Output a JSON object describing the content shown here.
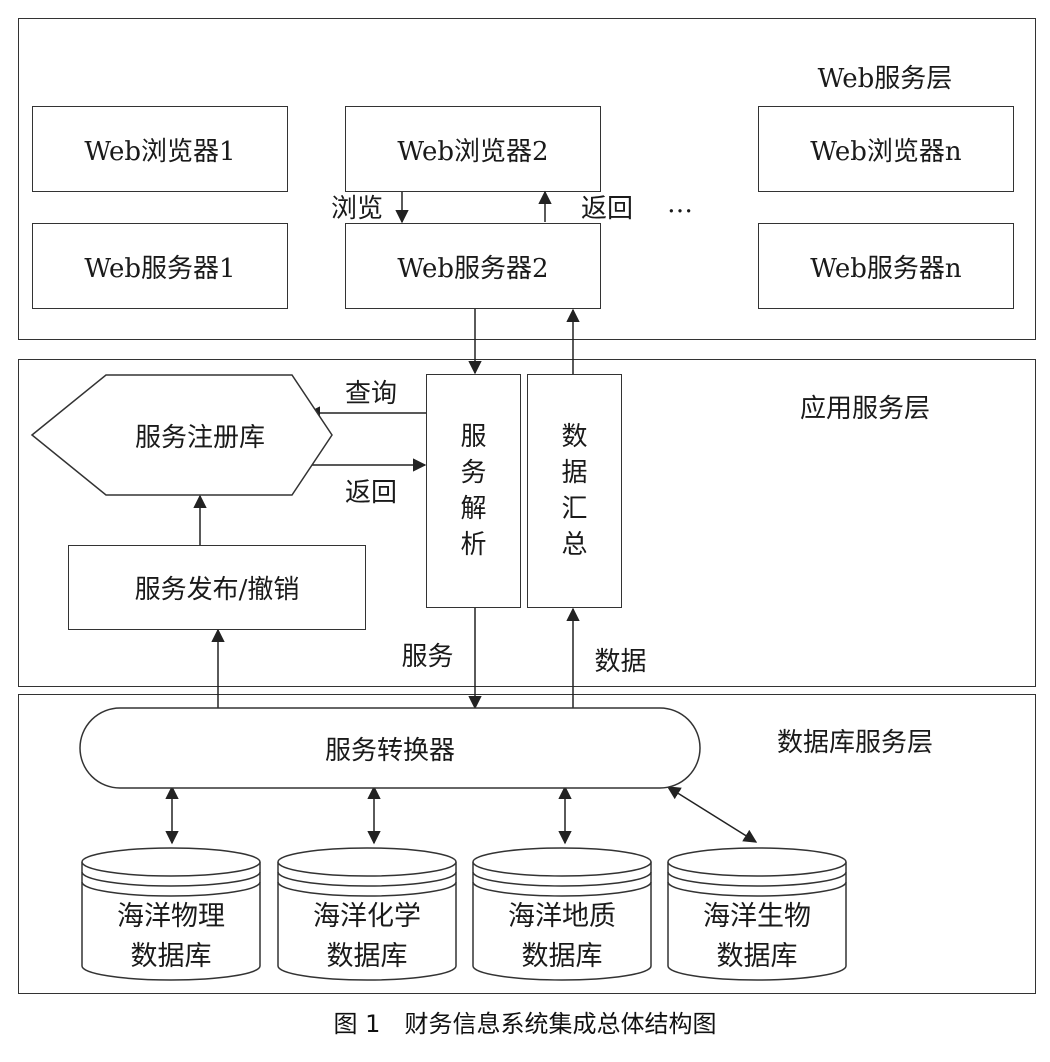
{
  "layers": {
    "web": "Web服务层",
    "app": "应用服务层",
    "db": "数据库服务层"
  },
  "web": {
    "browser1": "Web浏览器1",
    "browser2": "Web浏览器2",
    "browsern": "Web浏览器n",
    "server1": "Web服务器1",
    "server2": "Web服务器2",
    "servern": "Web服务器n",
    "browse": "浏览",
    "return": "返回",
    "ellipsis": "…"
  },
  "app": {
    "registry": "服务注册库",
    "publish": "服务发布/撤销",
    "query": "查询",
    "return": "返回",
    "parse": [
      "服",
      "务",
      "解",
      "析"
    ],
    "aggregate": [
      "数",
      "据",
      "汇",
      "总"
    ],
    "service": "服务",
    "data": "数据"
  },
  "db": {
    "converter": "服务转换器",
    "databases": [
      [
        "海洋物理",
        "数据库"
      ],
      [
        "海洋化学",
        "数据库"
      ],
      [
        "海洋地质",
        "数据库"
      ],
      [
        "海洋生物",
        "数据库"
      ]
    ]
  },
  "caption": "图 1　财务信息系统集成总体结构图"
}
